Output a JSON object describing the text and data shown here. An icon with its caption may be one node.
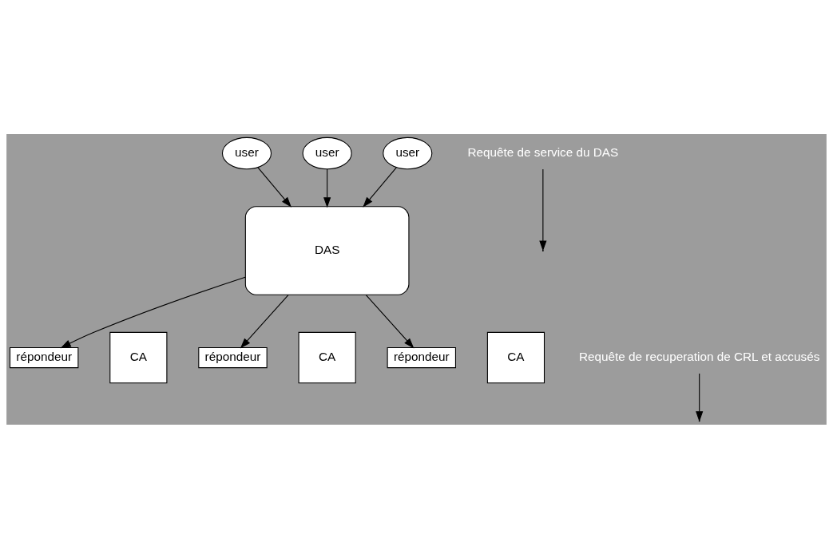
{
  "diagram": {
    "nodes": [
      {
        "text": [
          "user"
        ]
      },
      {
        "text": [
          "user"
        ]
      },
      {
        "text": [
          "user"
        ]
      },
      {
        "text": [
          "DAS"
        ]
      },
      {
        "text": [
          "répondeur"
        ]
      },
      {
        "text": [
          "CA"
        ]
      },
      {
        "text": [
          "répondeur"
        ]
      },
      {
        "text": [
          "CA"
        ]
      },
      {
        "text": [
          "répondeur"
        ]
      },
      {
        "text": [
          "CA"
        ]
      },
      {
        "text": [
          "Requête de service du DAS"
        ]
      },
      {
        "text": [
          "Requête de recuperation de CRL et accusés"
        ]
      }
    ],
    "edges": [
      {
        "from": 0,
        "to": 3,
        "arrow": "to"
      },
      {
        "from": 1,
        "to": 3,
        "arrow": "to"
      },
      {
        "from": 2,
        "to": 3,
        "arrow": "to"
      },
      {
        "from": 3,
        "to": 4,
        "arrow": "to"
      },
      {
        "from": 3,
        "to": 6,
        "arrow": "to"
      },
      {
        "from": 3,
        "to": 8,
        "arrow": "to"
      },
      {
        "from": 10,
        "to": null,
        "arrow": "to"
      },
      {
        "from": 11,
        "to": null,
        "arrow": "to"
      }
    ]
  }
}
